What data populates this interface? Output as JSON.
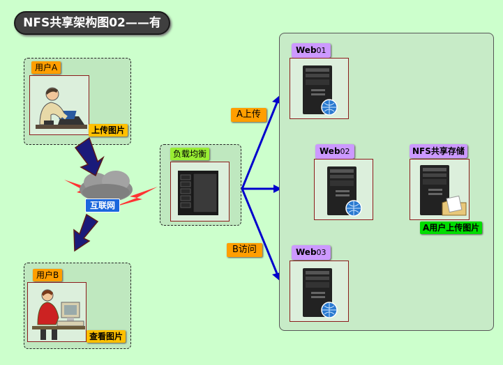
{
  "title": "NFS共享架构图02——有",
  "user_a": {
    "label": "用户A",
    "action": "上传图片"
  },
  "user_b": {
    "label": "用户B",
    "action": "查看图片"
  },
  "internet": {
    "label": "互联网"
  },
  "load_balancer": {
    "label": "负载均衡"
  },
  "flows": {
    "upload": "A上传",
    "visit": "B访问"
  },
  "web_servers": [
    {
      "name": "Web",
      "num": "01"
    },
    {
      "name": "Web",
      "num": "02"
    },
    {
      "name": "Web",
      "num": "03"
    }
  ],
  "nfs": {
    "label": "NFS共享存储",
    "caption": "A用户上传图片"
  },
  "colors": {
    "background": "#ccffcc",
    "lb_arrows": "#0000cc",
    "nfs_arrows": "#99bb00",
    "flow_arrows": "#1a1a8c"
  }
}
